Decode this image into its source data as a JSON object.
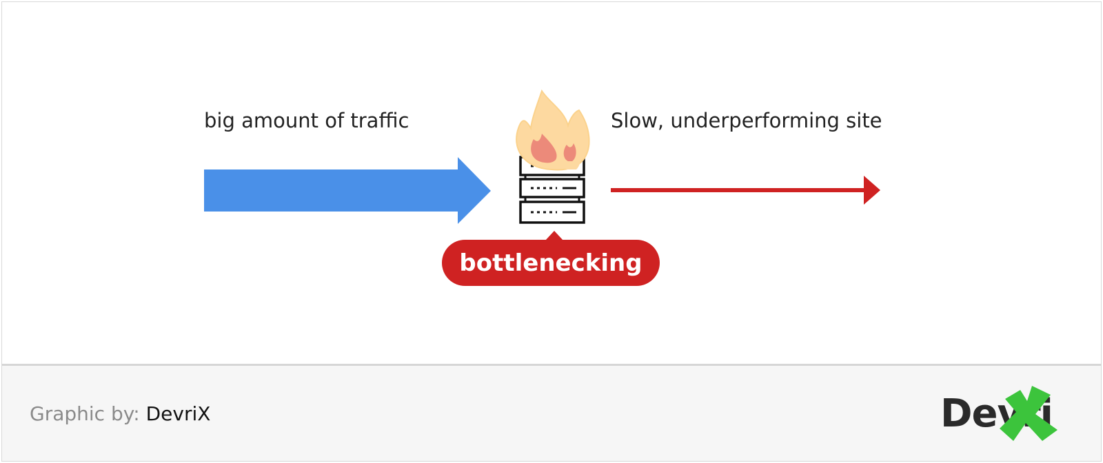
{
  "diagram": {
    "input_label": "big amount of traffic",
    "output_label": "Slow, underperforming site",
    "badge_label": "bottlenecking",
    "input_arrow_color": "#4a90e8",
    "output_arrow_color": "#cf2222",
    "badge_color": "#cf2222"
  },
  "footer": {
    "credit_prefix": "Graphic by:",
    "credit_name": "DevriX",
    "logo_text": "Devri",
    "logo_x_color": "#3cc43c"
  },
  "icons": {
    "server": "server-icon",
    "fire": "fire-icon",
    "logo_x": "logo-x-icon"
  }
}
